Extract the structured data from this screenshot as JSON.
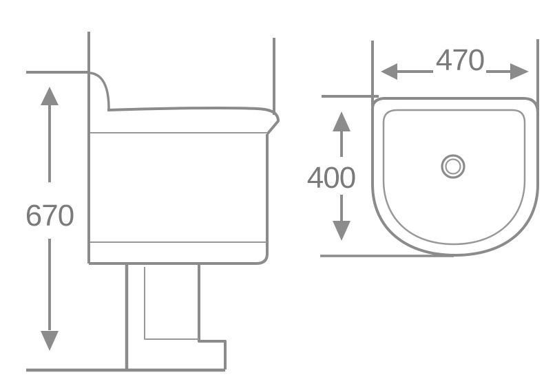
{
  "drawing": {
    "kind": "technical-line-drawing",
    "line_color": "#8b8b8b",
    "thin_line_color": "#989898",
    "label_color": "#7a7a7a",
    "background_color": "#ffffff",
    "side_view": {
      "height_label": "670"
    },
    "top_view": {
      "width_label": "470",
      "depth_label": "400"
    }
  }
}
